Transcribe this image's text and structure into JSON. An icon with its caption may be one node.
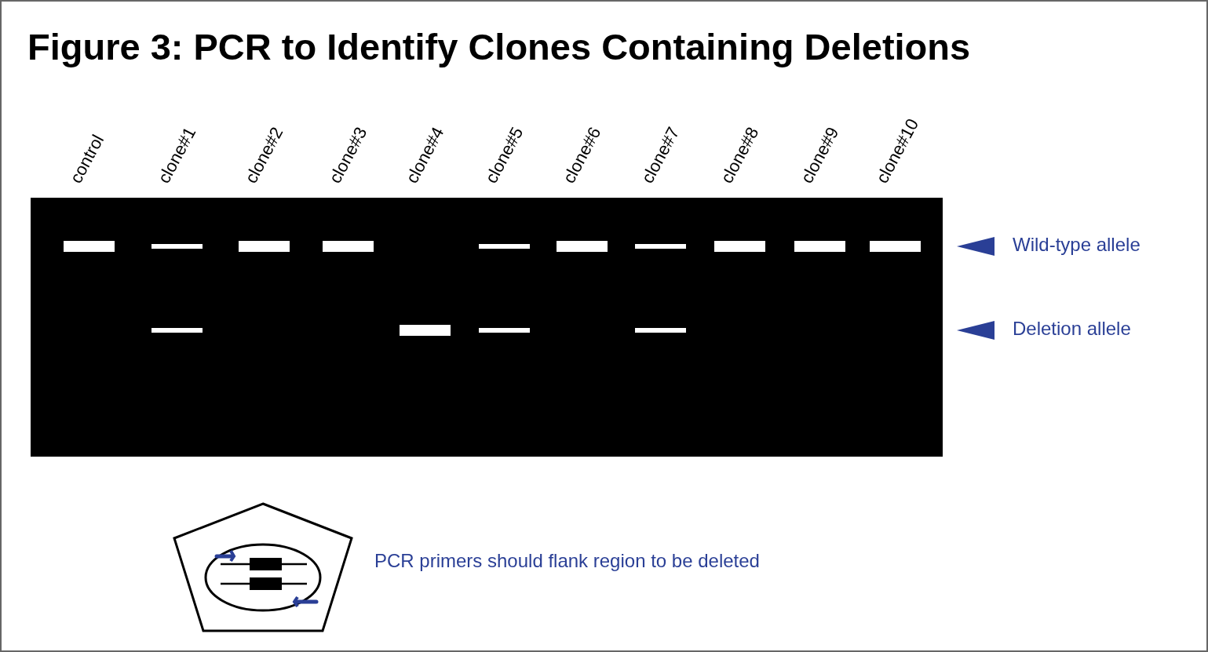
{
  "diagram": {
    "title": "Figure 3: PCR to Identify Clones Containing Deletions",
    "labels": [
      "control",
      "clone#1",
      "clone#2",
      "clone#3",
      "clone#4",
      "clone#5",
      "clone#6",
      "clone#7",
      "clone#8",
      "clone#9",
      "clone#10",
      "Wild-type allele",
      "Deletion allele",
      "PCR primers should flank region to be deleted"
    ]
  }
}
